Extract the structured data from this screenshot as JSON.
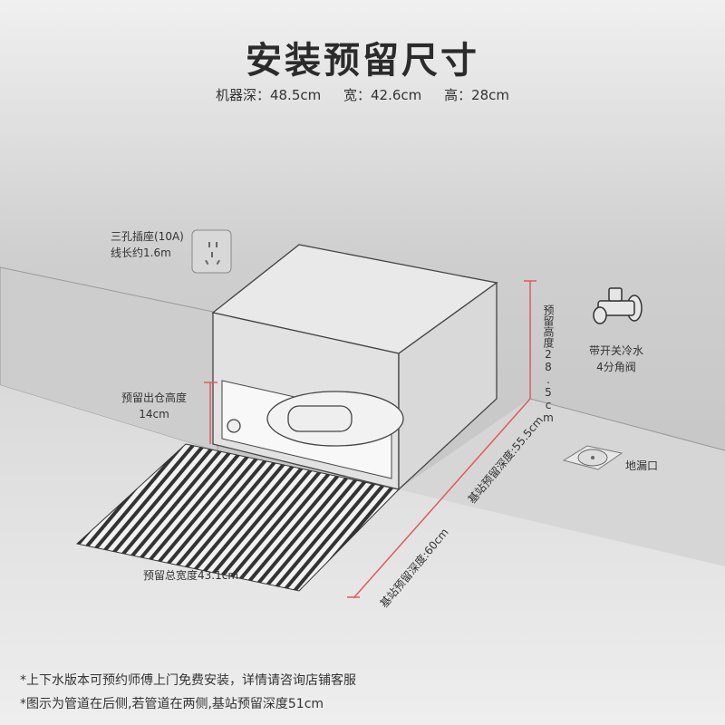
{
  "title": "安装预留尺寸",
  "specs": {
    "depth": "机器深：48.5cm",
    "width": "宽：42.6cm",
    "height": "高：28cm"
  },
  "labels": {
    "socket_line1": "三孔插座(10A)",
    "socket_line2": "线长约1.6m",
    "exit_height_line1": "预留出仓高度",
    "exit_height_line2": "14cm",
    "reserved_height": "预留高度28.5cm",
    "valve_line1": "带开关冷水",
    "valve_line2": "4分角阀",
    "floor_drain": "地漏口",
    "depth_55": "基站预留深度:55.5cm",
    "depth_60": "基站预留深度:60cm",
    "total_width": "预留总宽度43.1cm"
  },
  "footnotes": [
    "*上下水版本可预约师傅上门免费安装，详情请咨询店铺客服",
    "*图示为管道在后侧,若管道在两侧,基站预留深度51cm"
  ],
  "colors": {
    "dimension_line": "#e05a5a",
    "wall": "#c9c9c9",
    "floor": "#e4e4e4"
  }
}
